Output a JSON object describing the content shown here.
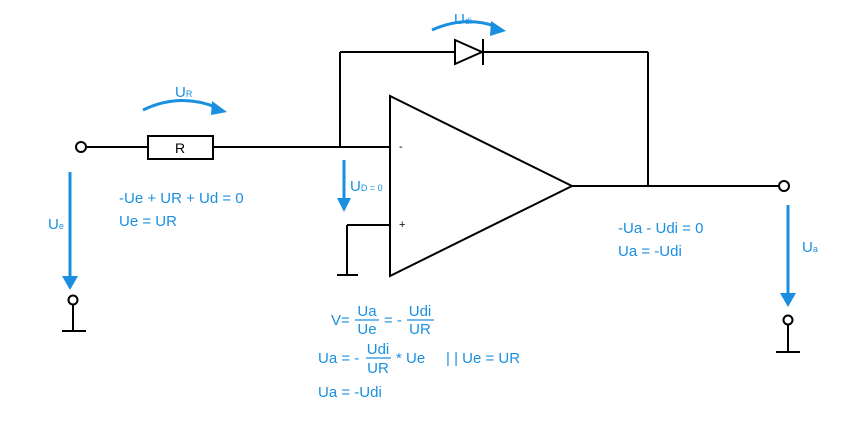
{
  "resistor": {
    "label": "R"
  },
  "opamp": {
    "minus": "-",
    "plus": "+"
  },
  "voltages": {
    "ur": {
      "main": "U",
      "sub": "R"
    },
    "udi": {
      "main": "U",
      "sub": "di"
    },
    "ue": {
      "main": "U",
      "sub": "e"
    },
    "ud": {
      "main": "U",
      "sub": "D = 0"
    },
    "ua": {
      "main": "U",
      "sub": "a"
    }
  },
  "equations": {
    "input_loop": [
      "-Ue + UR + Ud = 0",
      "Ue = UR"
    ],
    "output_loop": [
      "-Ua - Udi = 0",
      "Ua = -Udi"
    ],
    "gain": {
      "prefix": "V=",
      "frac1_num": "Ua",
      "frac1_den": "Ue",
      "mid": "= -",
      "frac2_num": "Udi",
      "frac2_den": "UR"
    },
    "ua_expr": {
      "prefix": "Ua = -",
      "frac_num": "Udi",
      "frac_den": "UR",
      "suffix": "* Ue",
      "note": "| | Ue = UR"
    },
    "result": "Ua = -Udi"
  },
  "colors": {
    "annotation": "#1a8fe0",
    "wire": "#000000"
  }
}
